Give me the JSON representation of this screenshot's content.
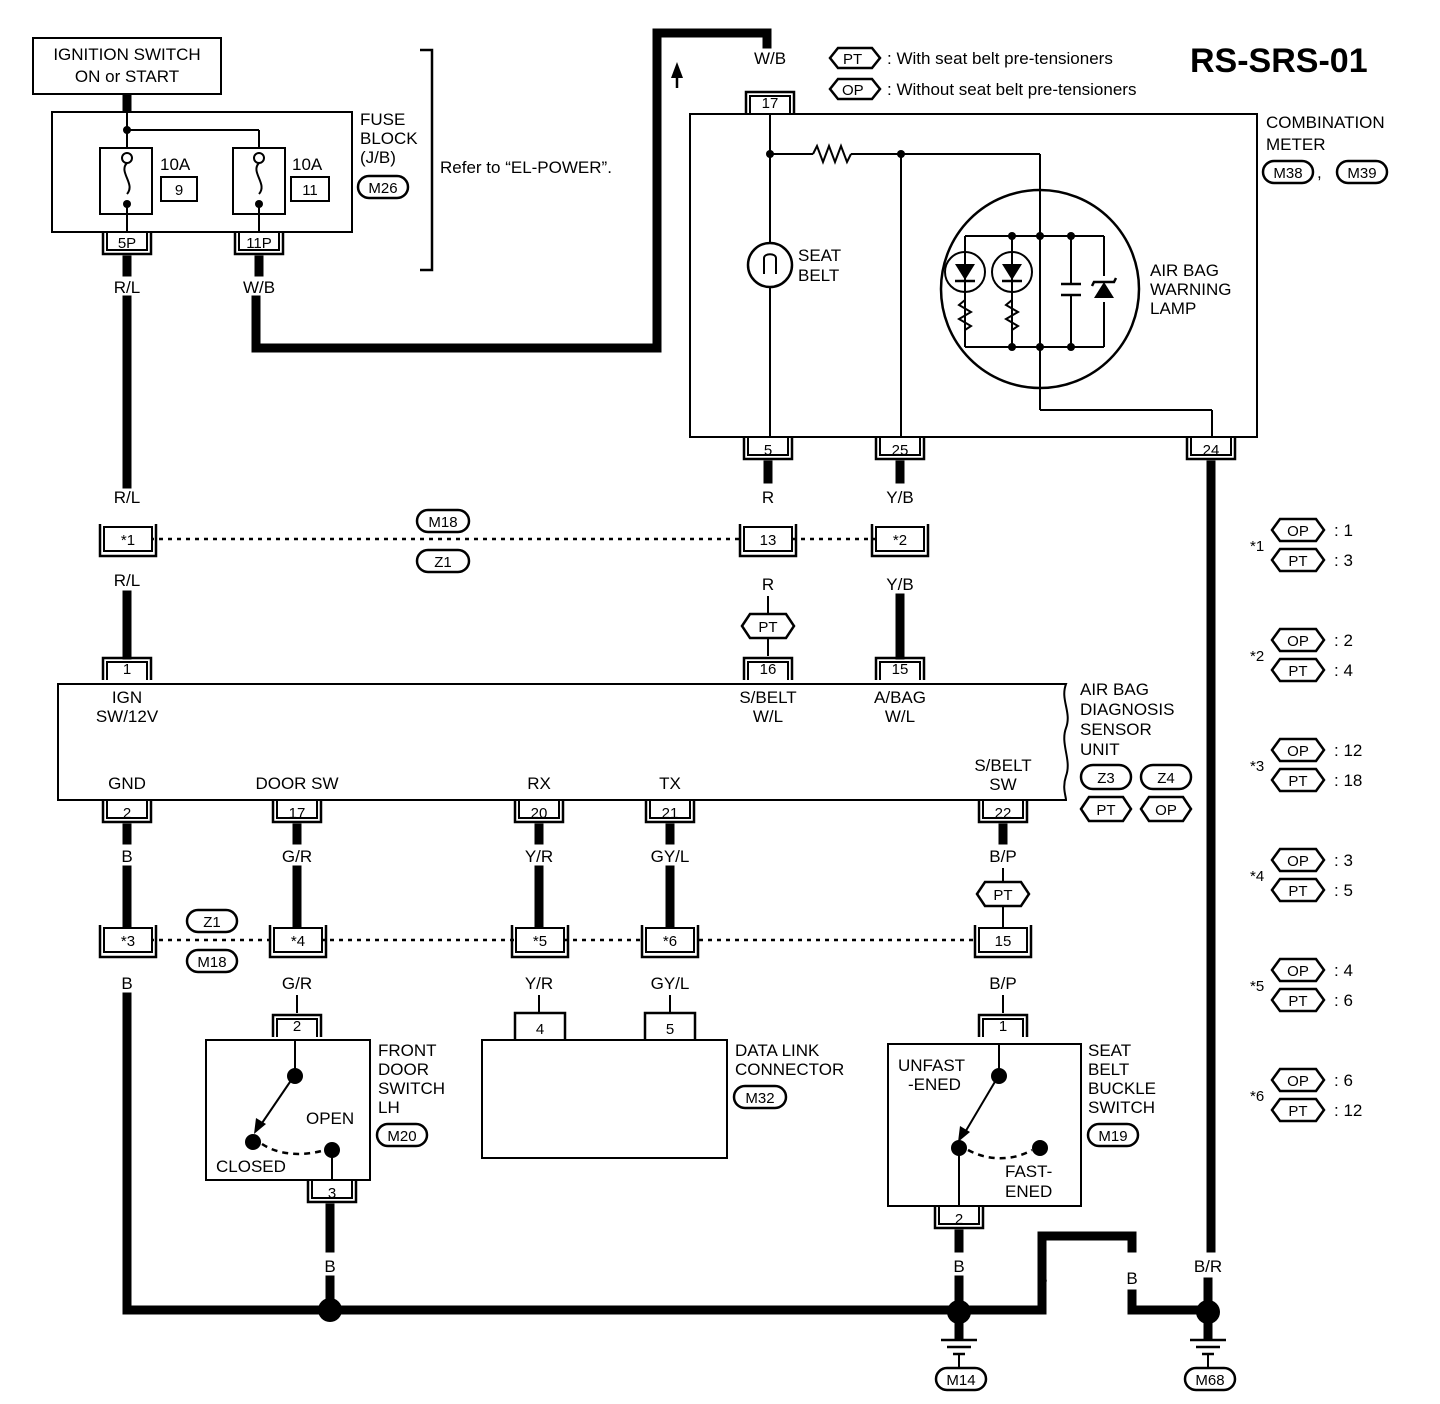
{
  "page_title": "RS-SRS-01",
  "legend": {
    "pt_tag": "PT",
    "pt_text": ": With seat belt pre-tensioners",
    "op_tag": "OP",
    "op_text": ": Without seat belt pre-tensioners"
  },
  "ignition": {
    "line1": "IGNITION SWITCH",
    "line2": "ON or START"
  },
  "fuse_block": {
    "line1": "FUSE",
    "line2": "BLOCK",
    "line3": "(J/B)",
    "connector": "M26",
    "refer": "Refer to “EL-POWER”.",
    "fuse1_rating": "10A",
    "fuse1_no": "9",
    "fuse2_rating": "10A",
    "fuse2_no": "11",
    "term1": "5P",
    "term2": "11P"
  },
  "combination_meter": {
    "line1": "COMBINATION",
    "line2": "METER",
    "conn1": "M38",
    "conn2": "M39",
    "pin_in": "17",
    "pin_seatbelt": "5",
    "pin_airbag": "25",
    "pin_ground": "24",
    "seat_belt_1": "SEAT",
    "seat_belt_2": "BELT",
    "lamp_1": "AIR BAG",
    "lamp_2": "WARNING",
    "lamp_3": "LAMP"
  },
  "wires": {
    "rl": "R/L",
    "wb": "W/B",
    "r": "R",
    "yb": "Y/B",
    "b": "B",
    "gr": "G/R",
    "yr": "Y/R",
    "gyl": "GY/L",
    "bp": "B/P",
    "br": "B/R"
  },
  "inline1": {
    "c1": "*1",
    "c2": "13",
    "c3": "*2",
    "conn_top": "M18",
    "conn_bottom": "Z1"
  },
  "pt_tag_mid": "PT",
  "sensor_unit": {
    "line1": "AIR BAG",
    "line2": "DIAGNOSIS",
    "line3": "SENSOR",
    "line4": "UNIT",
    "conn1": "Z3",
    "conn2": "Z4",
    "tag1": "PT",
    "tag2": "OP",
    "pin_ign": "1",
    "pin_sbelt": "16",
    "pin_abag": "15",
    "ign_1": "IGN",
    "ign_2": "SW/12V",
    "sbelt_1": "S/BELT",
    "sbelt_2": "W/L",
    "abag_1": "A/BAG",
    "abag_2": "W/L",
    "gnd": "GND",
    "door": "DOOR SW",
    "rx": "RX",
    "tx": "TX",
    "sbsw_1": "S/BELT",
    "sbsw_2": "SW",
    "pin_gnd": "2",
    "pin_door": "17",
    "pin_rx": "20",
    "pin_tx": "21",
    "pin_sbsw": "22"
  },
  "inline2": {
    "c1": "*3",
    "c2": "*4",
    "c3": "*5",
    "c4": "*6",
    "c5": "15",
    "conn_top": "Z1",
    "conn_bottom": "M18",
    "pt": "PT"
  },
  "door_switch": {
    "line1": "FRONT",
    "line2": "DOOR",
    "line3": "SWITCH",
    "line4": "LH",
    "connector": "M20",
    "open": "OPEN",
    "closed": "CLOSED",
    "pin_top": "2",
    "pin_bottom": "3"
  },
  "dlc": {
    "line1": "DATA LINK",
    "line2": "CONNECTOR",
    "connector": "M32",
    "pin4": "4",
    "pin5": "5"
  },
  "buckle": {
    "line1": "SEAT",
    "line2": "BELT",
    "line3": "BUCKLE",
    "line4": "SWITCH",
    "connector": "M19",
    "unfast_1": "UNFAST",
    "unfast_2": "-ENED",
    "fast_1": "FAST-",
    "fast_2": "ENED",
    "pin_top": "1",
    "pin_bottom": "2"
  },
  "grounds": {
    "g1": "M14",
    "g2": "M68"
  },
  "notes": [
    {
      "mark": "*1",
      "op": "OP",
      "op_val": ": 1",
      "pt": "PT",
      "pt_val": ": 3"
    },
    {
      "mark": "*2",
      "op": "OP",
      "op_val": ": 2",
      "pt": "PT",
      "pt_val": ": 4"
    },
    {
      "mark": "*3",
      "op": "OP",
      "op_val": ": 12",
      "pt": "PT",
      "pt_val": ": 18"
    },
    {
      "mark": "*4",
      "op": "OP",
      "op_val": ": 3",
      "pt": "PT",
      "pt_val": ": 5"
    },
    {
      "mark": "*5",
      "op": "OP",
      "op_val": ": 4",
      "pt": "PT",
      "pt_val": ": 6"
    },
    {
      "mark": "*6",
      "op": "OP",
      "op_val": ": 6",
      "pt": "PT",
      "pt_val": ": 12"
    }
  ]
}
